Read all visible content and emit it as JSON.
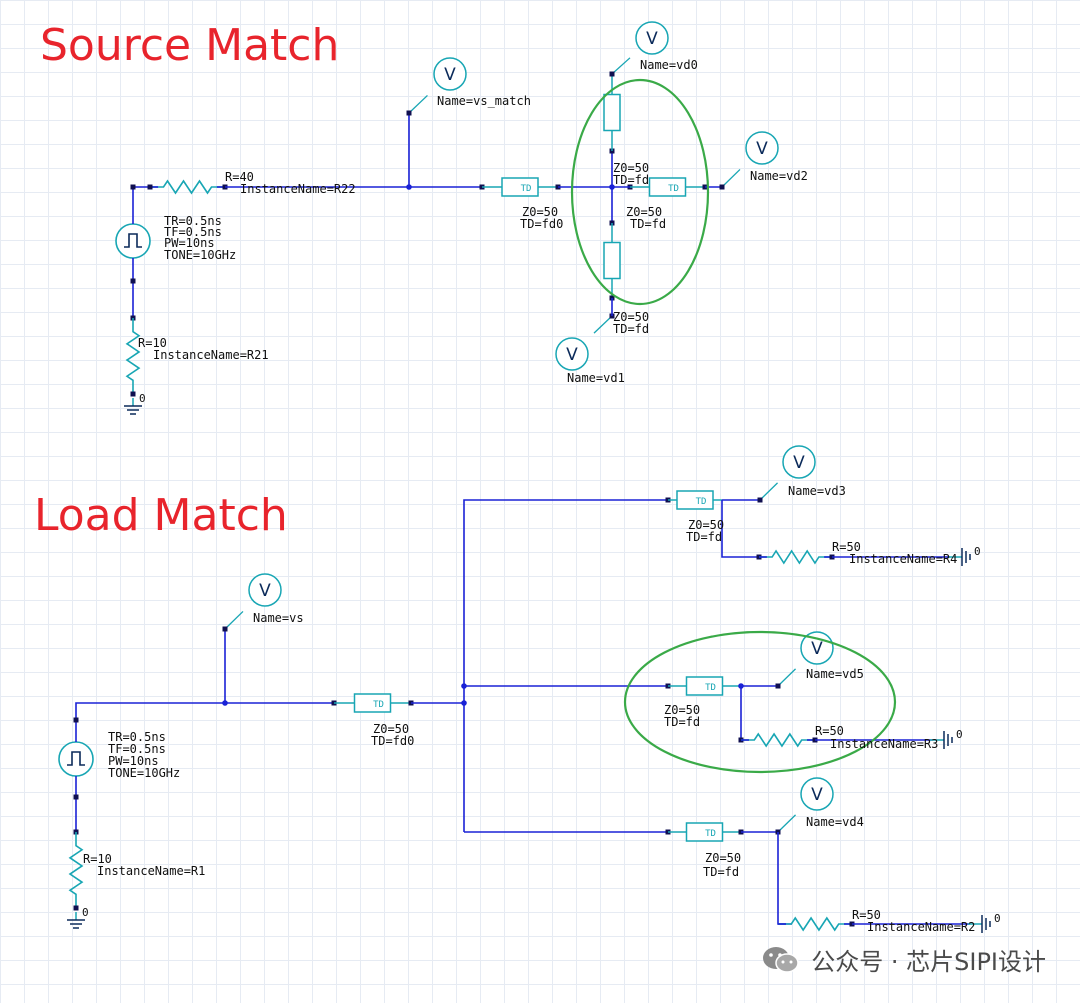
{
  "titles": {
    "source": "Source Match",
    "load": "Load Match"
  },
  "colors": {
    "title": "#e8242c",
    "wire": "#1a22d6",
    "component": "#18a6b4",
    "highlight": "#3aaa48",
    "node": "#101050",
    "text": "#101010"
  },
  "source_match": {
    "source_params": [
      "TR=0.5ns",
      "TF=0.5ns",
      "PW=10ns",
      "TONE=10GHz"
    ],
    "r22": {
      "value": "R=40",
      "name": "InstanceName=R22"
    },
    "r21": {
      "value": "R=10",
      "name": "InstanceName=R21"
    },
    "tl_main": {
      "z0": "Z0=50",
      "td": "TD=fd0"
    },
    "tl_right": {
      "z0": "Z0=50",
      "td": "TD=fd"
    },
    "tl_top": {
      "z0": "Z0=50",
      "td": "TD=fd"
    },
    "tl_bottom": {
      "z0": "Z0=50",
      "td": "TD=fd"
    },
    "probes": [
      "Name=vs_match",
      "Name=vd0",
      "Name=vd2",
      "Name=vd1"
    ],
    "probe_symbol": "V",
    "tl_symbol": "TD",
    "ground_symbol": "0"
  },
  "load_match": {
    "source_params": [
      "TR=0.5ns",
      "TF=0.5ns",
      "PW=10ns",
      "TONE=10GHz"
    ],
    "r1": {
      "value": "R=10",
      "name": "InstanceName=R1"
    },
    "tl_main": {
      "z0": "Z0=50",
      "td": "TD=fd0"
    },
    "tl_top": {
      "z0": "Z0=50",
      "td": "TD=fd"
    },
    "tl_mid": {
      "z0": "Z0=50",
      "td": "TD=fd"
    },
    "tl_bot": {
      "z0": "Z0=50",
      "td": "TD=fd"
    },
    "r_top": {
      "value": "R=50",
      "name": "InstanceName=R4"
    },
    "r_mid": {
      "value": "R=50",
      "name": "InstanceName=R3"
    },
    "r_bot": {
      "value": "R=50",
      "name": "InstanceName=R2"
    },
    "probes": [
      "Name=vs",
      "Name=vd3",
      "Name=vd5",
      "Name=vd4"
    ],
    "ground_symbol": "0"
  },
  "watermark": {
    "text": "公众号 · 芯片SIPI设计",
    "icon": "wechat-icon"
  }
}
